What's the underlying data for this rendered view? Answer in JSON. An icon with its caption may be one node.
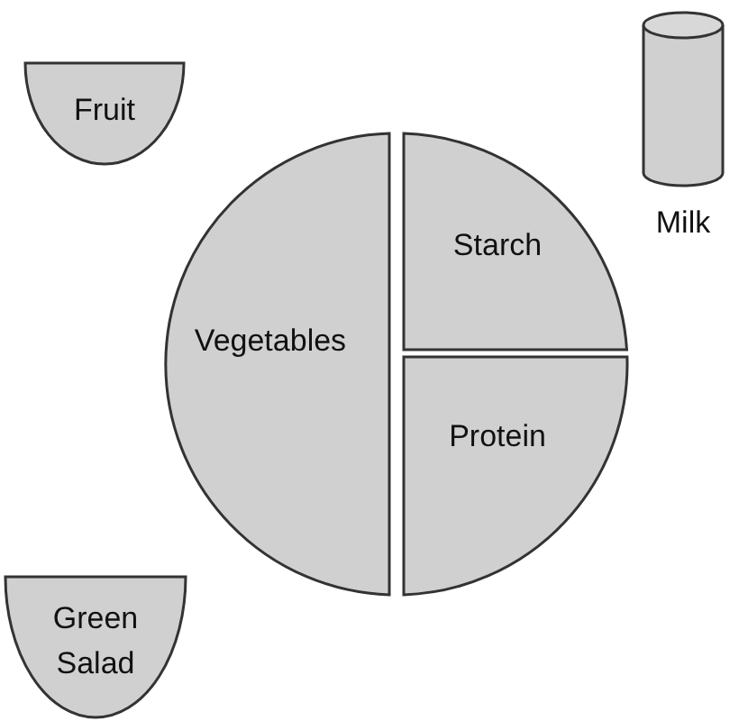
{
  "diagram": {
    "nodes": [
      {
        "text": [
          "Fruit"
        ]
      },
      {
        "text": [
          "Vegetables"
        ]
      },
      {
        "text": [
          "Starch"
        ]
      },
      {
        "text": [
          "Protein"
        ]
      },
      {
        "text": [],
        "shape": "cylinder",
        "beside": [
          "Milk"
        ]
      },
      {
        "text": [
          "Green Salad"
        ]
      }
    ]
  }
}
